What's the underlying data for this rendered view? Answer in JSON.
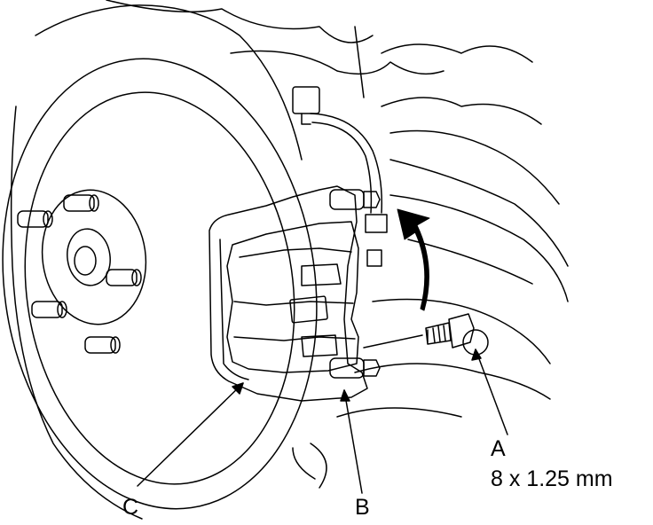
{
  "callouts": {
    "a": {
      "letter": "A",
      "spec": "8 x 1.25 mm"
    },
    "b": {
      "letter": "B"
    },
    "c": {
      "letter": "C"
    }
  },
  "colors": {
    "line": "#000000",
    "background": "#ffffff"
  },
  "icons": [
    "rotation-arrow-icon"
  ]
}
